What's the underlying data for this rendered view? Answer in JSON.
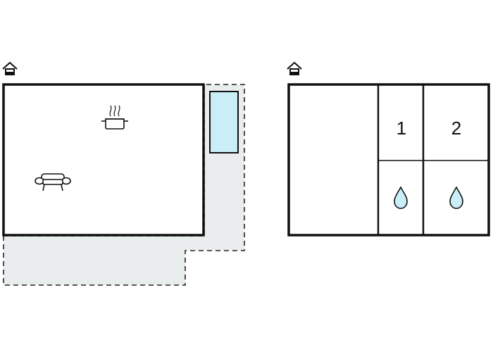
{
  "floorplan": {
    "ground_floor": {
      "icons": [
        "house-icon",
        "cooking-pot-icon",
        "sofa-icon"
      ],
      "features": [
        "terrace",
        "swimming-pool"
      ]
    },
    "upper_floor": {
      "icons": [
        "house-icon",
        "water-drop-icon",
        "water-drop-icon"
      ],
      "bedrooms": [
        {
          "number": "1"
        },
        {
          "number": "2"
        }
      ]
    },
    "colors": {
      "wall": "#111111",
      "terrace_fill": "#e9eded",
      "pool_fill": "#c9eef8",
      "drop_fill": "#c9eef8"
    }
  }
}
